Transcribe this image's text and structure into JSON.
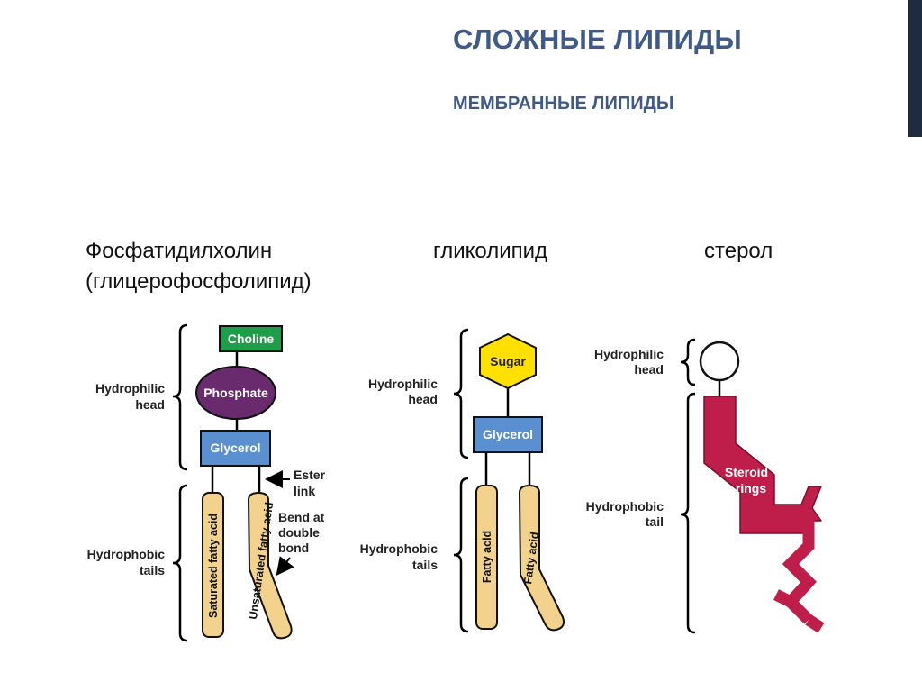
{
  "slide": {
    "title": "СЛОЖНЫЕ ЛИПИДЫ",
    "subtitle": "МЕМБРАННЫЕ ЛИПИДЫ"
  },
  "labels": {
    "col1_line1": "Фосфатидилхолин",
    "col1_line2": "(глицерофосфолипид)",
    "col2": "гликолипид",
    "col3": "стерол"
  },
  "phospholipid": {
    "choline": "Choline",
    "phosphate": "Phosphate",
    "glycerol": "Glycerol",
    "hydrophilic_line1": "Hydrophilic",
    "hydrophilic_line2": "head",
    "hydrophobic_line1": "Hydrophobic",
    "hydrophobic_line2": "tails",
    "ester_line1": "Ester",
    "ester_line2": "link",
    "bend_line1": "Bend at",
    "bend_line2": "double",
    "bend_line3": "bond",
    "saturated": "Saturated fatty acid",
    "unsaturated": "Unsaturated fatty acid"
  },
  "glycolipid": {
    "sugar": "Sugar",
    "glycerol": "Glycerol",
    "hydrophilic_line1": "Hydrophilic",
    "hydrophilic_line2": "head",
    "hydrophobic_line1": "Hydrophobic",
    "hydrophobic_line2": "tails",
    "fatty1": "Fatty acid",
    "fatty2": "Fatty acid"
  },
  "sterol": {
    "hydrophilic_line1": "Hydrophilic",
    "hydrophilic_line2": "head",
    "hydrophobic_line1": "Hydrophobic",
    "hydrophobic_line2": "tail",
    "rings_line1": "Steroid",
    "rings_line2": "rings"
  },
  "colors": {
    "heading": "#3f5a89",
    "choline": "#1e9e4a",
    "phosphate": "#6a2a6e",
    "glycerol": "#5a8fd0",
    "fatty_acid": "#f2d28c",
    "sugar": "#ffe000",
    "steroid": "#c01e4a",
    "accent_bar": "#1f2b3e"
  }
}
